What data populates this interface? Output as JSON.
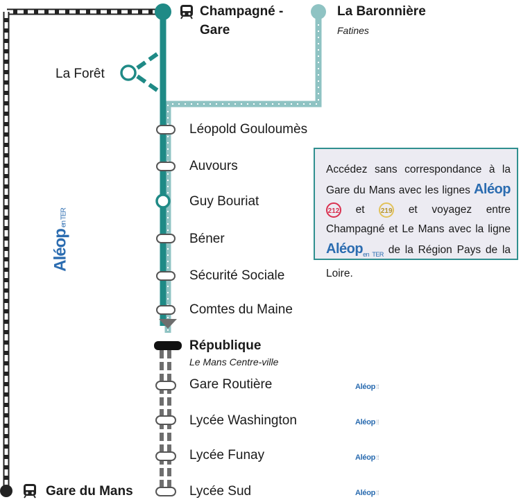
{
  "title_station": {
    "name_line1": "Champagné -",
    "name_line2": "Gare"
  },
  "branch_station": {
    "name": "La Baronnière",
    "subtitle": "Fatines"
  },
  "la_foret": "La Forêt",
  "stops": [
    {
      "name": "Léopold Gouloumès"
    },
    {
      "name": "Auvours"
    },
    {
      "name": "Guy Bouriat"
    },
    {
      "name": "Béner"
    },
    {
      "name": "Sécurité Sociale"
    },
    {
      "name": "Comtes du Maine"
    }
  ],
  "republique": {
    "name": "République",
    "subtitle": "Le Mans Centre-ville"
  },
  "lower_stops": [
    {
      "name": "Gare Routière"
    },
    {
      "name": "Lycée Washington"
    },
    {
      "name": "Lycée Funay"
    },
    {
      "name": "Lycée Sud"
    }
  ],
  "gare_du_mans": "Gare du Mans",
  "aleop_small_label": "Aléop",
  "info_box": {
    "line1": "Accédez sans correspondance à la Gare du Mans avec les lignes",
    "aleop": "Aléop",
    "badge1": "212",
    "et1": "et",
    "badge2": "219",
    "line2": "et voyagez entre Champagné et Le Mans avec la ligne",
    "aleop_ter": "Aléop",
    "ter": "en TER",
    "line3": "de la Région Pays de la Loire."
  },
  "vertical_label": {
    "aleop": "Aléop",
    "ter": "en TER"
  },
  "colors": {
    "teal": "#1f8a86",
    "light_teal": "#8fc3c3",
    "grey": "#6e6e6e",
    "dark": "#222222",
    "aleop_blue": "#2b6cb0"
  }
}
